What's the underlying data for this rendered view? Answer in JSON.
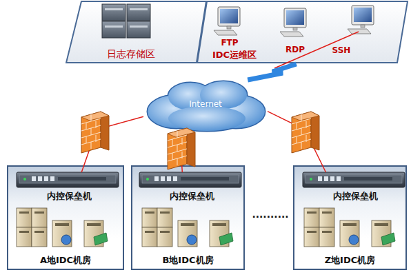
{
  "diagram": {
    "nodes": [
      {
        "text": [
          "日志存储区"
        ]
      },
      {
        "text": [
          "IDC运维区"
        ]
      },
      {
        "text": [
          "FTP"
        ],
        "in": 1
      },
      {
        "text": [
          "RDP"
        ],
        "in": 1
      },
      {
        "text": [
          "SSH"
        ],
        "in": 1
      },
      {
        "text": [
          "Internet"
        ]
      },
      {
        "text": [
          "A地IDC机房"
        ]
      },
      {
        "text": [
          "内控保垒机"
        ],
        "in": 6
      },
      {
        "text": [
          "B地IDC机房"
        ]
      },
      {
        "text": [
          "内控保垒机"
        ],
        "in": 8
      },
      {
        "text": [
          "Z地IDC机房"
        ]
      },
      {
        "text": [
          "内控保垒机"
        ],
        "in": 10
      }
    ],
    "edges": [
      {
        "from": 5,
        "to": 7,
        "arrow": "none"
      },
      {
        "from": 5,
        "to": 9,
        "arrow": "none"
      },
      {
        "from": 5,
        "to": 11,
        "arrow": "none"
      },
      {
        "from": 1,
        "to": 5,
        "arrow": "none"
      }
    ],
    "labels": [
      ".........."
    ]
  }
}
